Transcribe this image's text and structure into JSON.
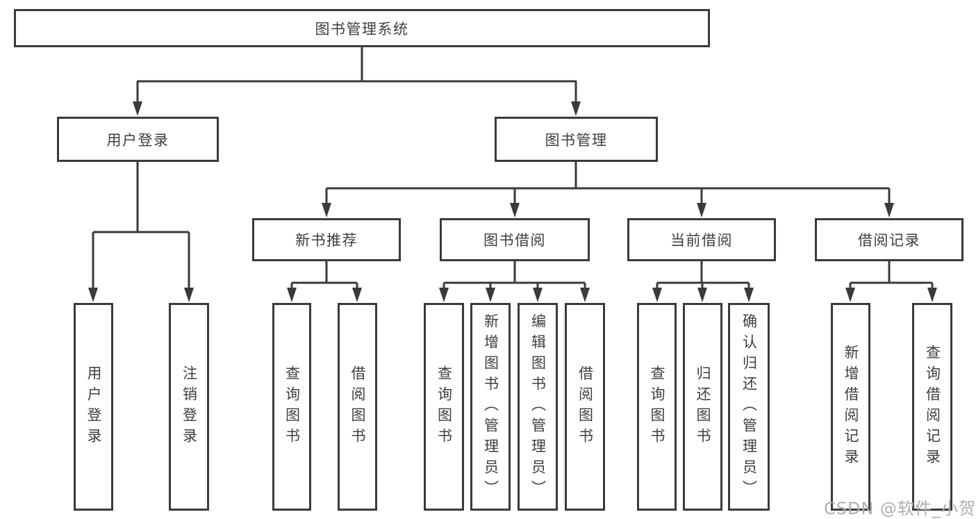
{
  "tree": {
    "root": {
      "label": "图书管理系统",
      "children": [
        {
          "label": "用户登录",
          "children": [
            {
              "label": "用户登录"
            },
            {
              "label": "注销登录"
            }
          ]
        },
        {
          "label": "图书管理",
          "children": [
            {
              "label": "新书推荐",
              "children": [
                {
                  "label": "查询图书"
                },
                {
                  "label": "借阅图书"
                }
              ]
            },
            {
              "label": "图书借阅",
              "children": [
                {
                  "label": "查询图书"
                },
                {
                  "label": "新增图书（管理员）"
                },
                {
                  "label": "编辑图书（管理员）"
                },
                {
                  "label": "借阅图书"
                }
              ]
            },
            {
              "label": "当前借阅",
              "children": [
                {
                  "label": "查询图书"
                },
                {
                  "label": "归还图书"
                },
                {
                  "label": "确认归还（管理员）"
                }
              ]
            },
            {
              "label": "借阅记录",
              "children": [
                {
                  "label": "新增借阅记录"
                },
                {
                  "label": "查询借阅记录"
                }
              ]
            }
          ]
        }
      ]
    }
  },
  "watermark": {
    "text": "CSDN @软件_小贺同学",
    "color": "#aeaeae"
  },
  "colors": {
    "line": "#3a3a3a",
    "box_border": "#3a3a3a",
    "text": "#3e3e3e",
    "background": "#ffffff"
  }
}
